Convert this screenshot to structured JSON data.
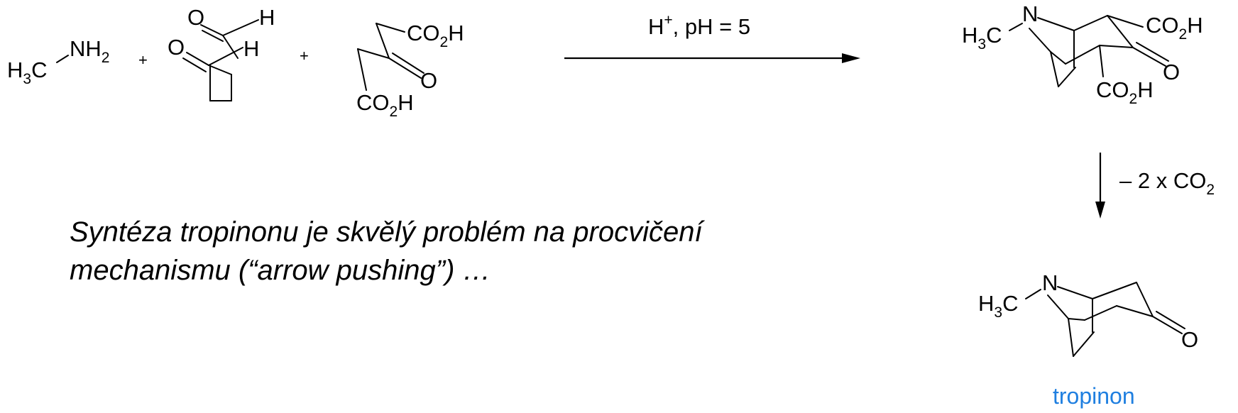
{
  "reactants": {
    "methylamine": {
      "h3": "H",
      "h3_sub": "3",
      "c": "C",
      "nh": "NH",
      "nh_sub": "2"
    },
    "succinaldehyde": {
      "o": "O",
      "h_top": "H",
      "h_mid": "H"
    },
    "acetonedicarboxylic_acid": {
      "co_top": "CO",
      "sub2_top": "2",
      "h_top": "H",
      "o": "O",
      "co_bot": "CO",
      "sub2_bot": "2",
      "h_bot": "H"
    }
  },
  "plus_signs": [
    "+",
    "+"
  ],
  "step1": {
    "reagent": "H",
    "reagent_sup": "+",
    "condition": ", pH = 5"
  },
  "intermediate": {
    "h3": "H",
    "h3_sub": "3",
    "c": "C",
    "n": "N",
    "acid_top": "CO",
    "acid_top_sub": "2",
    "acid_top_h": "H",
    "o": "O",
    "acid_bot": "CO",
    "acid_bot_sub": "2",
    "acid_bot_h": "H"
  },
  "step2": {
    "label": "– 2 x CO",
    "label_sub": "2"
  },
  "product": {
    "h3": "H",
    "h3_sub": "3",
    "c": "C",
    "n": "N",
    "o": "O",
    "name": "tropinon"
  },
  "caption": {
    "line1": "Syntéza tropinonu je skvělý problém na procvičení",
    "line2": "mechanismu (“arrow pushing”) …"
  }
}
